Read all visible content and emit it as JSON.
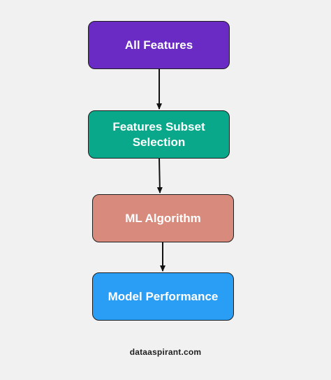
{
  "diagram": {
    "nodes": [
      {
        "id": "all-features",
        "label": "All Features",
        "color": "#6a2bc4"
      },
      {
        "id": "features-subset-selection",
        "label": "Features Subset\nSelection",
        "color": "#0aa88a"
      },
      {
        "id": "ml-algorithm",
        "label": "ML Algorithm",
        "color": "#d88a7c"
      },
      {
        "id": "model-performance",
        "label": "Model Performance",
        "color": "#2a9df4"
      }
    ],
    "edges": [
      {
        "from": "all-features",
        "to": "features-subset-selection"
      },
      {
        "from": "features-subset-selection",
        "to": "ml-algorithm"
      },
      {
        "from": "ml-algorithm",
        "to": "model-performance"
      }
    ]
  },
  "footer": {
    "text": "dataaspirant.com"
  }
}
